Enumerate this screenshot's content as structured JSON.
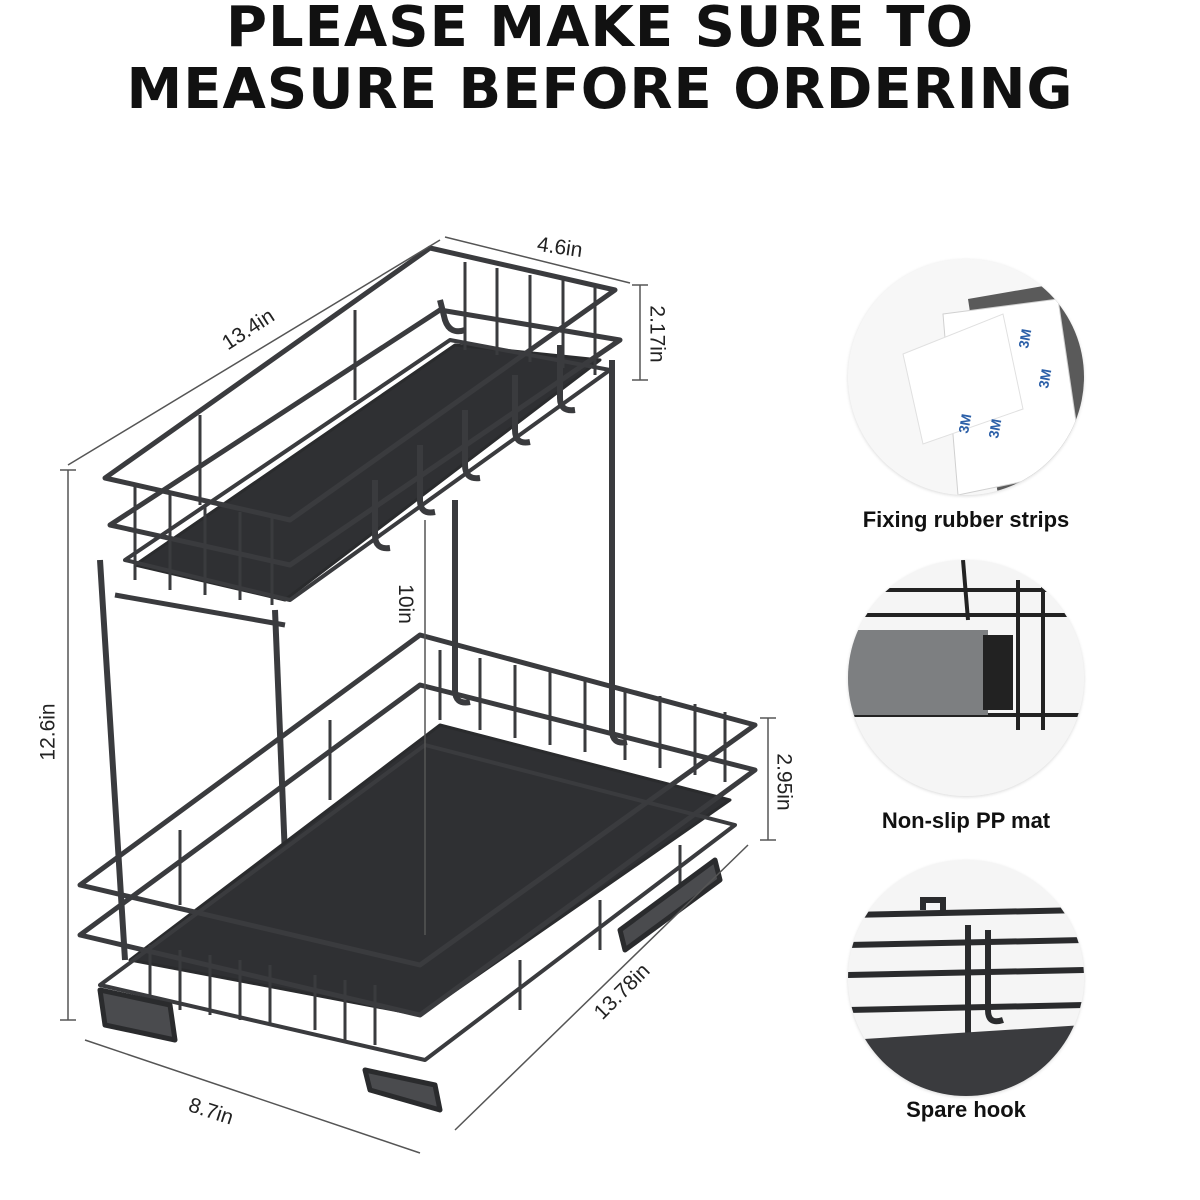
{
  "headline": {
    "line1": "PLEASE MAKE SURE TO",
    "line2": "MEASURE BEFORE ORDERING"
  },
  "dimensions": {
    "top_width": "4.6in",
    "top_length": "13.4in",
    "top_rail_height": "2.17in",
    "tier_gap": "10in",
    "total_height": "12.6in",
    "bottom_rail_height": "2.95in",
    "bottom_length": "13.78in",
    "bottom_width": "8.7in"
  },
  "features": [
    {
      "caption": "Fixing rubber strips",
      "icon": "adhesive-strip-closeup"
    },
    {
      "caption": "Non-slip PP mat",
      "icon": "mat-closeup"
    },
    {
      "caption": "Spare hook",
      "icon": "hook-closeup"
    }
  ],
  "colors": {
    "metal": "#3a3b3e",
    "mat": "#2f3033",
    "text": "#111111"
  }
}
